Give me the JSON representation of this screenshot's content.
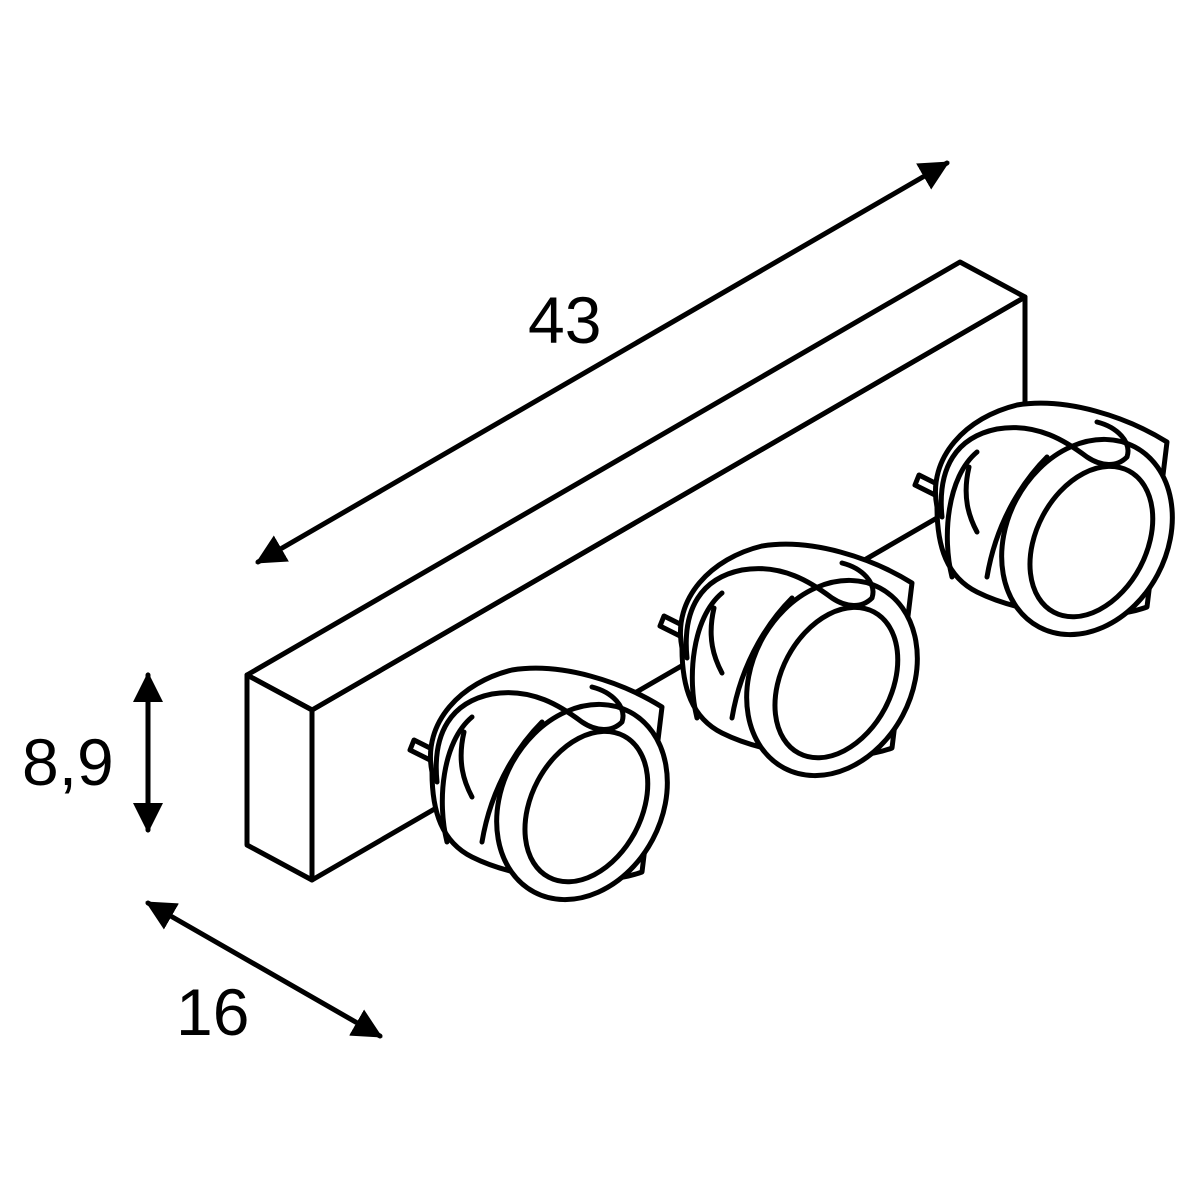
{
  "dimensions": {
    "length": "43",
    "height": "8,9",
    "depth": "16"
  },
  "colors": {
    "line": "#000000",
    "background": "#ffffff"
  }
}
